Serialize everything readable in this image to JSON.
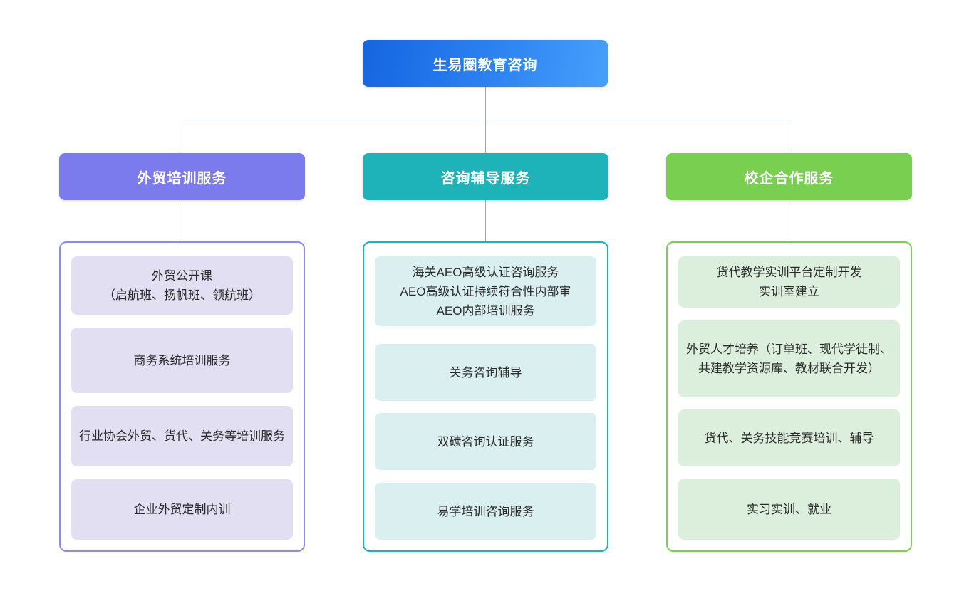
{
  "diagram": {
    "type": "organization-tree",
    "root": {
      "label": "生易圈教育咨询",
      "color": "#1565e0"
    },
    "branches": [
      {
        "key": "training",
        "label": "外贸培训服务",
        "header_color": "#7b7bee",
        "border_color": "#8b8bf0",
        "item_color": "#e2dff2",
        "items": [
          "外贸公开课\n（启航班、扬帆班、领航班）",
          "商务系统培训服务",
          "行业协会外贸、货代、关务等培训服务",
          "企业外贸定制内训"
        ]
      },
      {
        "key": "consulting",
        "label": "咨询辅导服务",
        "header_color": "#1db3b8",
        "border_color": "#19b5bb",
        "item_color": "#daf0f0",
        "items": [
          "海关AEO高级认证咨询服务\nAEO高级认证持续符合性内部审\nAEO内部培训服务",
          "关务咨询辅导",
          "双碳咨询认证服务",
          "易学培训咨询服务"
        ]
      },
      {
        "key": "school-enterprise",
        "label": "校企合作服务",
        "header_color": "#79cf4f",
        "border_color": "#79cf4f",
        "item_color": "#dcefdc",
        "items": [
          "货代教学实训平台定制开发\n实训室建立",
          "外贸人才培养（订单班、现代学徒制、共建教学资源库、教材联合开发）",
          "货代、关务技能竞赛培训、辅导",
          "实习实训、就业"
        ]
      }
    ],
    "connector_color": "#9aa6b2"
  }
}
